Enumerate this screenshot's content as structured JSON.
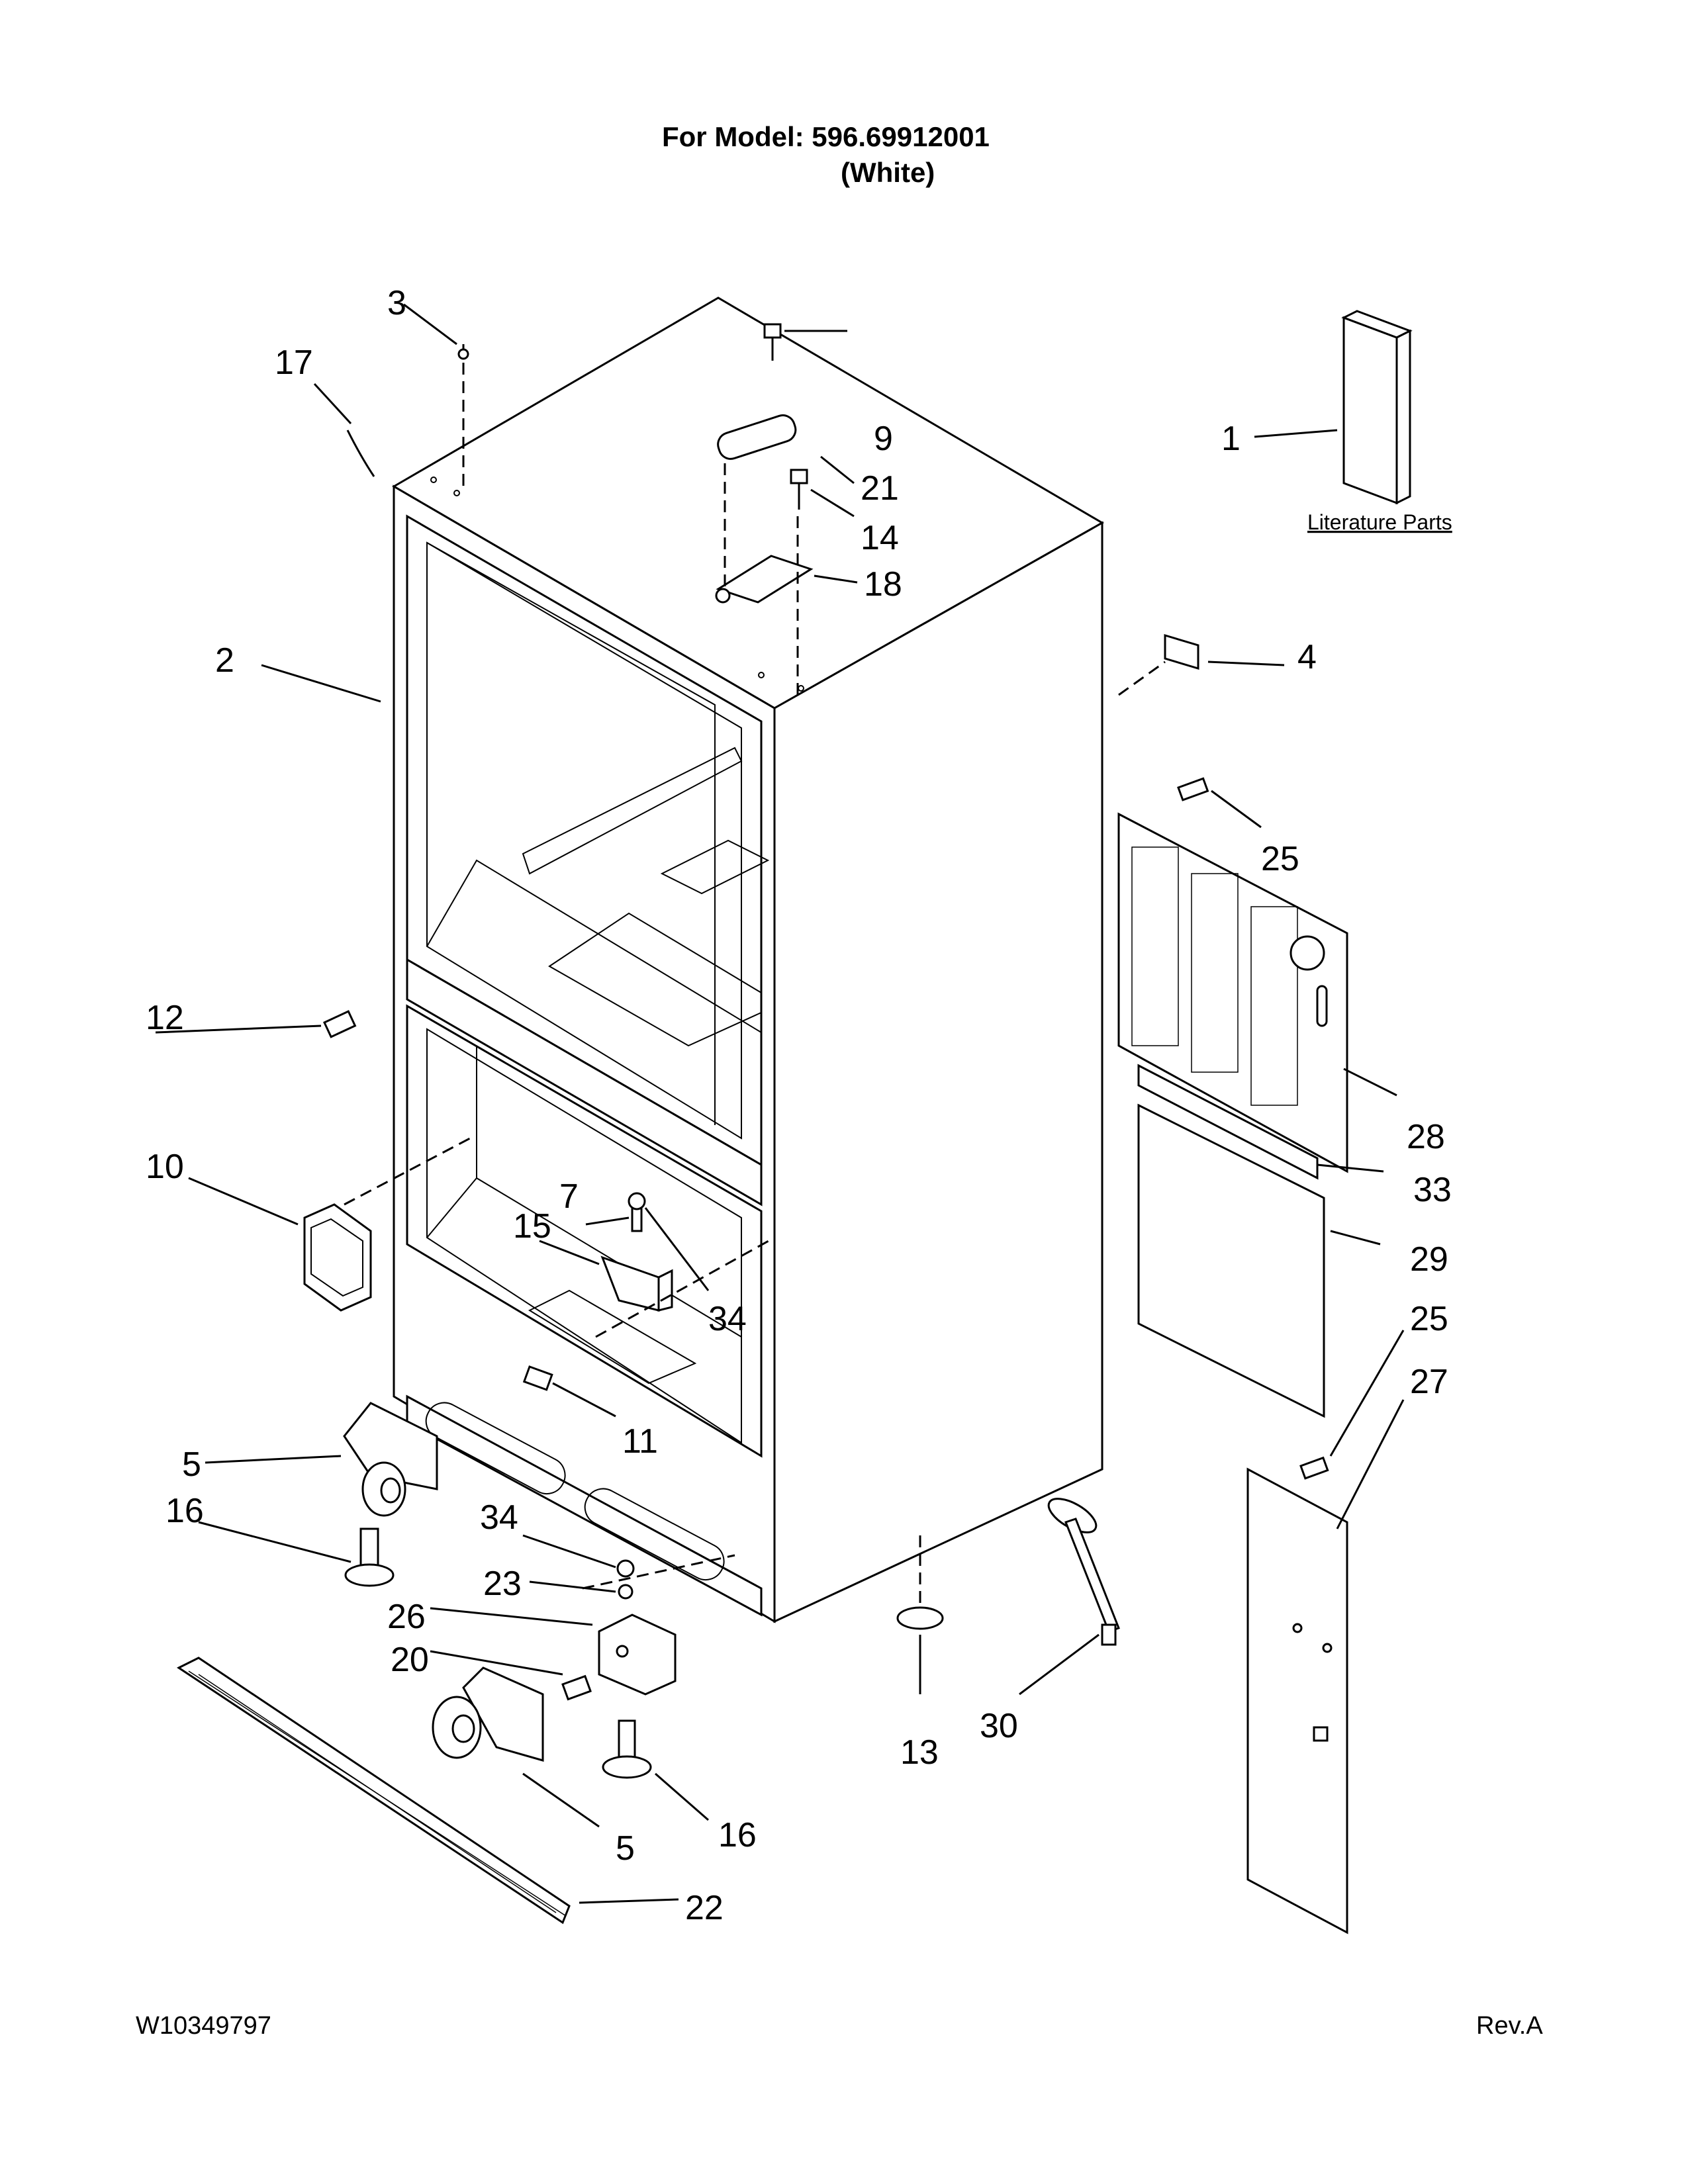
{
  "header": {
    "model_line": "For Model: 596.69912001",
    "color_line": "(White)"
  },
  "footer": {
    "doc_number": "W10349797",
    "revision": "Rev.A"
  },
  "literature_label": "Literature Parts",
  "callouts": {
    "c1": "1",
    "c2": "2",
    "c3": "3",
    "c4": "4",
    "c5a": "5",
    "c5b": "5",
    "c7": "7",
    "c9": "9",
    "c10": "10",
    "c11": "11",
    "c12": "12",
    "c13": "13",
    "c14": "14",
    "c15": "15",
    "c16a": "16",
    "c16b": "16",
    "c17": "17",
    "c18": "18",
    "c20": "20",
    "c21": "21",
    "c22": "22",
    "c23": "23",
    "c25a": "25",
    "c25b": "25",
    "c26": "26",
    "c27": "27",
    "c28": "28",
    "c29": "29",
    "c30": "30",
    "c33": "33",
    "c34a": "34",
    "c34b": "34"
  }
}
